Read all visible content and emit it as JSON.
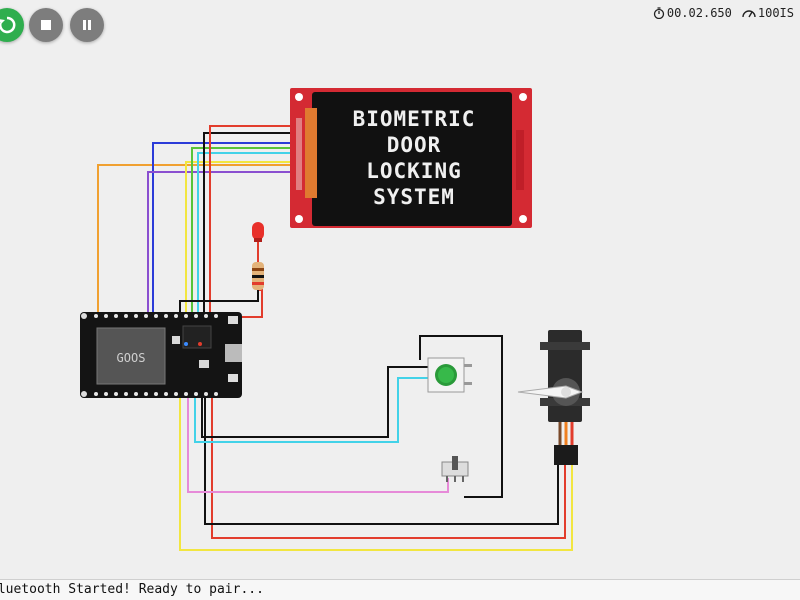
{
  "toolbar": {
    "run_icon": "restart-icon",
    "stop_icon": "stop-icon",
    "pause_icon": "pause-icon"
  },
  "stats": {
    "sim_time": "00.02.650",
    "speed": "100IS"
  },
  "lcd": {
    "lines": [
      "BIOMETRIC",
      "DOOR",
      "LOCKING",
      "SYSTEM"
    ]
  },
  "board": {
    "chip_label": "GOOS"
  },
  "serial": {
    "output": "Bluetooth Started! Ready to pair..."
  },
  "colors": {
    "background": "#efefef",
    "run_button": "#2fae4e",
    "control_button": "#7d7d7d",
    "lcd_pcb": "#d42a33",
    "wire_orange": "#f0a030",
    "wire_blue": "#2b3bd8",
    "wire_green": "#59c43a",
    "wire_yellow": "#f2e640",
    "wire_cyan": "#42d2e8",
    "wire_pink": "#e68ad8",
    "wire_red": "#e23c2c",
    "wire_black": "#111111"
  }
}
